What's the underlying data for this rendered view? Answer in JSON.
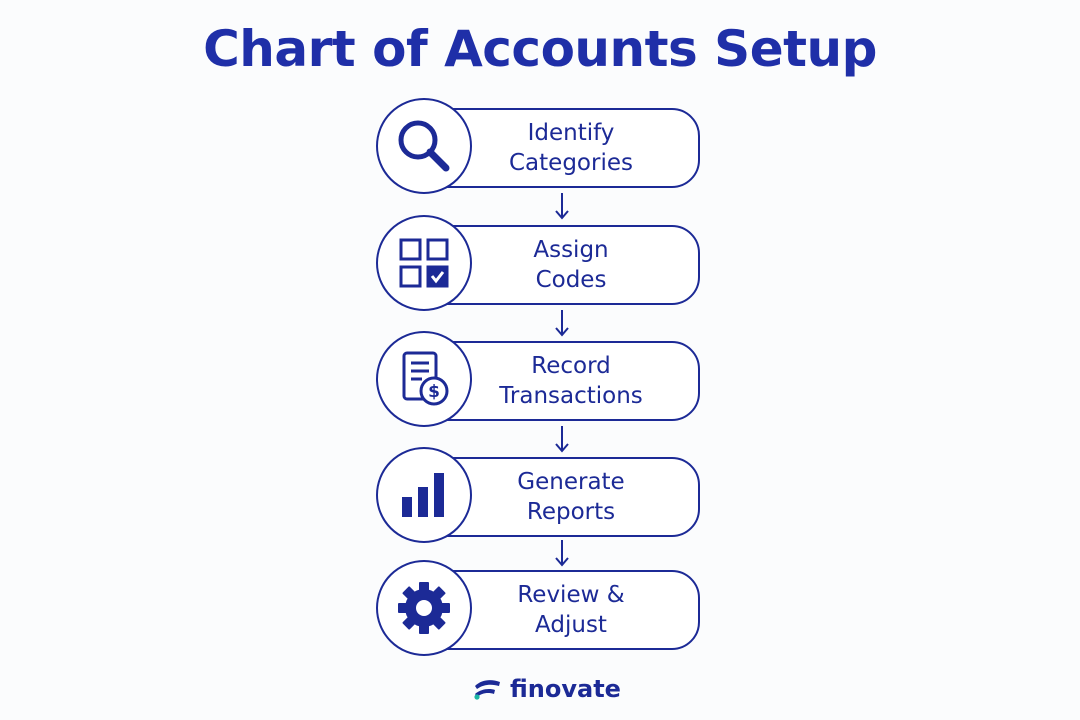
{
  "title": "Chart of Accounts Setup",
  "steps": [
    {
      "line1": "Identify",
      "line2": "Categories",
      "icon": "magnifying-glass-icon"
    },
    {
      "line1": "Assign",
      "line2": "Codes",
      "icon": "grid-checkbox-icon"
    },
    {
      "line1": "Record",
      "line2": "Transactions",
      "icon": "receipt-dollar-icon"
    },
    {
      "line1": "Generate",
      "line2": "Reports",
      "icon": "bar-chart-icon"
    },
    {
      "line1": "Review &",
      "line2": "Adjust",
      "icon": "gear-icon"
    }
  ],
  "brand": {
    "name": "finovate",
    "logo_icon": "finovate-logo-icon"
  },
  "colors": {
    "primary": "#1c2a96",
    "title": "#1f2fa8",
    "accent": "#1bb5a4",
    "background": "#fbfcfd"
  }
}
